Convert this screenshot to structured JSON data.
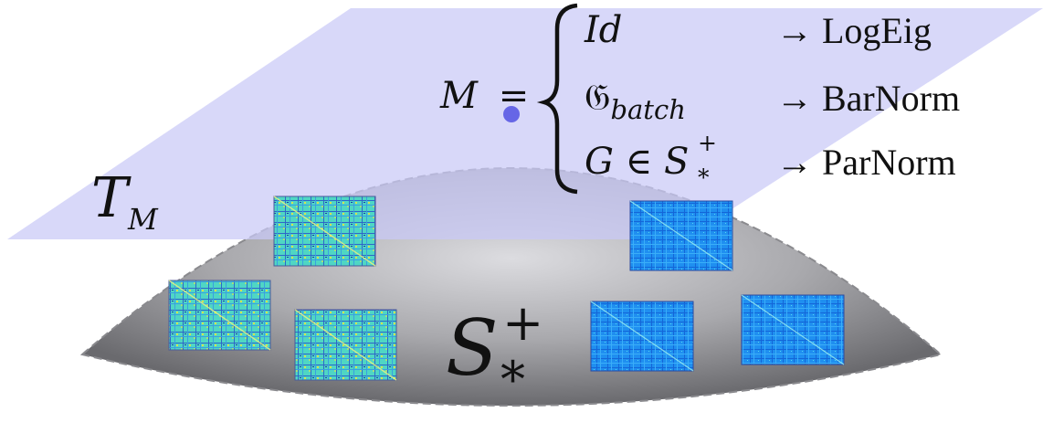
{
  "tangent_label": {
    "main": "T",
    "sub": "M"
  },
  "manifold_label": {
    "main": "S",
    "sup": "+",
    "sub": "*"
  },
  "equation": {
    "lhs": "M",
    "eq": "=",
    "cases": [
      {
        "cond": "Id",
        "arrow": "→",
        "target": "LogEig"
      },
      {
        "cond_main": "𝔊",
        "cond_sub": "batch",
        "arrow": "→",
        "target": "BarNorm"
      },
      {
        "cond_main": "G ∈ S",
        "cond_sup": "+",
        "cond_sub": "*",
        "arrow": "→",
        "target": "ParNorm"
      }
    ]
  },
  "colors": {
    "plane": "#d9d9fb",
    "point": "#6666e6",
    "manifold_center": "#d8d8dc",
    "manifold_edge": "#707070",
    "matrix_cyan": "#48d2c8",
    "matrix_blue": "#1e8ff0"
  },
  "matrices": [
    {
      "style": "cyan"
    },
    {
      "style": "cyan"
    },
    {
      "style": "cyan"
    },
    {
      "style": "blue"
    },
    {
      "style": "blue"
    },
    {
      "style": "blue"
    }
  ]
}
